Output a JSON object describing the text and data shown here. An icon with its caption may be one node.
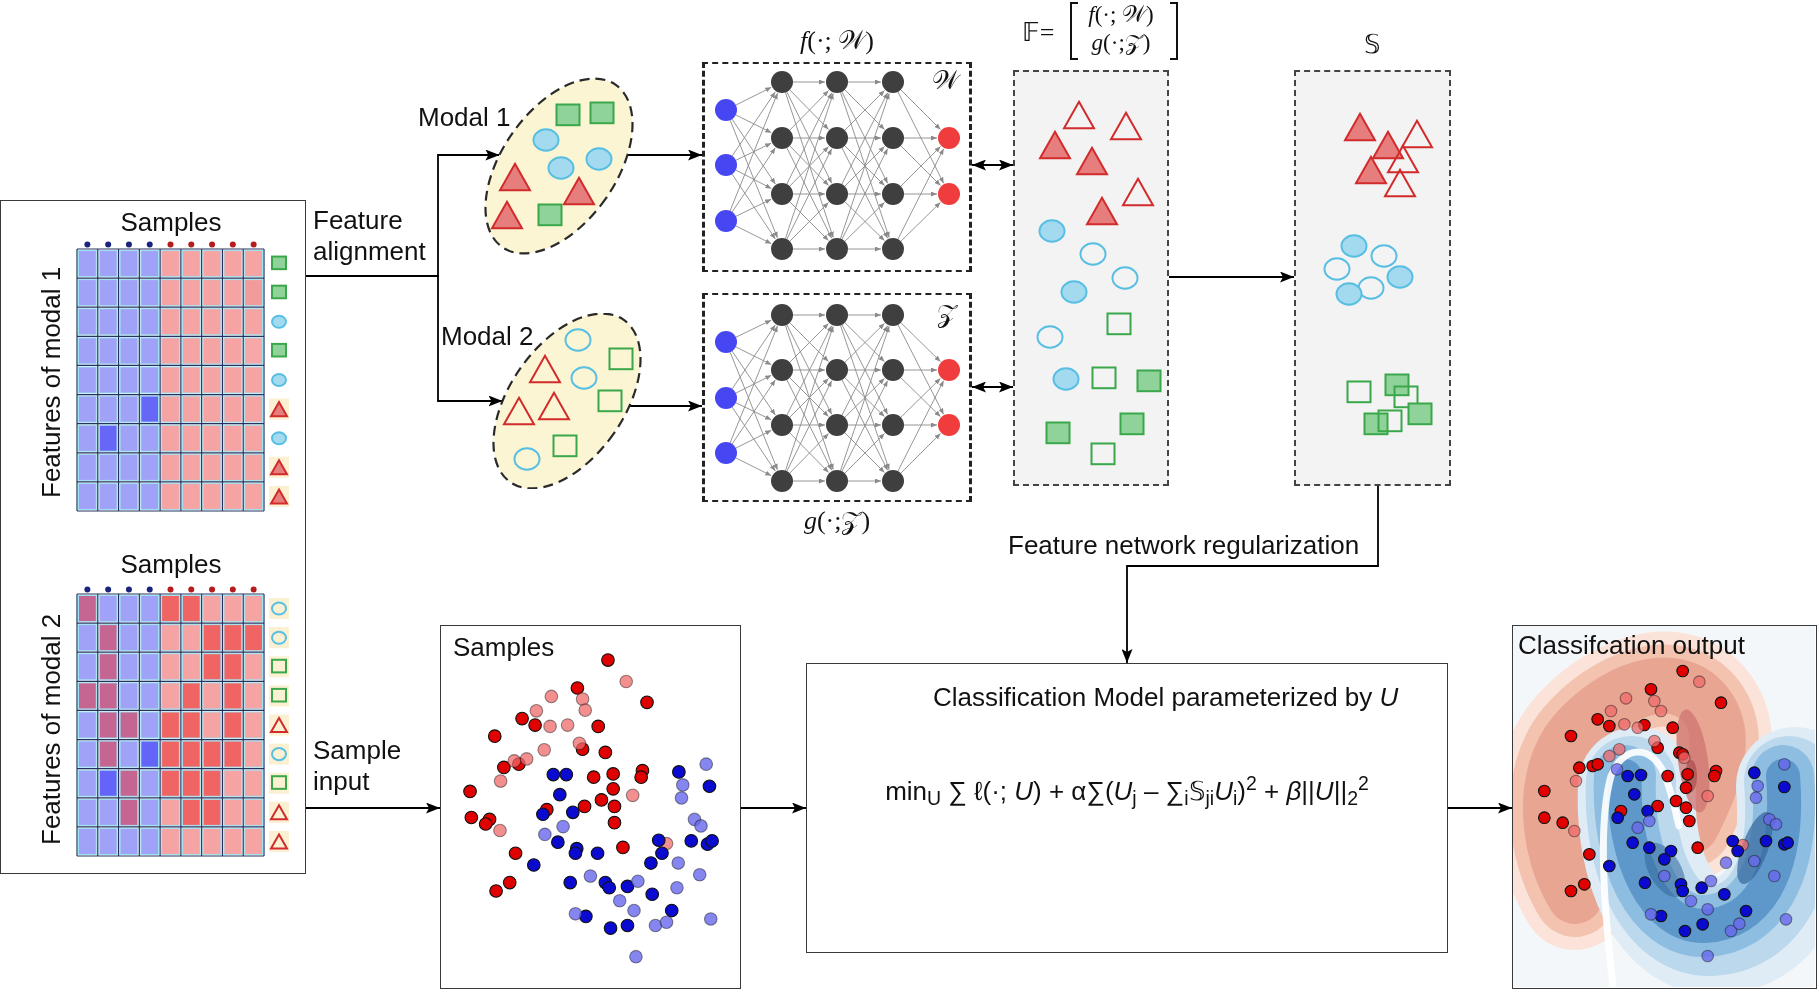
{
  "diagram": {
    "nodes": [
      {
        "text": [
          "Samples",
          "Features of modal 1",
          "Samples",
          "Features of modal 2"
        ]
      },
      {
        "text": [
          "Modal 1"
        ]
      },
      {
        "text": [
          "Modal 2"
        ]
      },
      {
        "text": [
          "*f*(·; 𝒲)",
          "𝒲"
        ]
      },
      {
        "text": [
          "𝒵",
          "*g*(·;𝒵)"
        ]
      },
      {
        "text": [
          "𝔽=",
          "*f*(·; 𝒲)",
          "*g*(·;𝒵)"
        ]
      },
      {
        "text": [
          "𝕊"
        ]
      },
      {
        "text": [
          "Samples"
        ]
      },
      {
        "text": [
          "Classification Model parameterized by *U*",
          "min$_{U}$ ∑ ℓ(·; *U*) + α∑(*U*$_{j}$ – ∑$_{i}$𝕊$_{ji}$*U*$_{i}$)$^{2}$ + *β*||*U*||$_{2}$$^{2}$"
        ]
      },
      {
        "text": [
          "Classifcation output"
        ]
      }
    ],
    "edges": [
      {
        "from": 0,
        "to": 1,
        "arrow": "to",
        "label": "Feature alignment"
      },
      {
        "from": 0,
        "to": 2,
        "arrow": "to"
      },
      {
        "from": 1,
        "to": 3,
        "arrow": "to"
      },
      {
        "from": 2,
        "to": 4,
        "arrow": "to"
      },
      {
        "from": 3,
        "to": 5,
        "arrow": "both"
      },
      {
        "from": 4,
        "to": 5,
        "arrow": "both"
      },
      {
        "from": 5,
        "to": 6,
        "arrow": "to"
      },
      {
        "from": 6,
        "to": 8,
        "arrow": "to",
        "label": "Feature network regularization"
      },
      {
        "from": 0,
        "to": 7,
        "arrow": "to",
        "label": "Sample input"
      },
      {
        "from": 7,
        "to": 8,
        "arrow": "to"
      },
      {
        "from": 8,
        "to": 9,
        "arrow": "to"
      }
    ]
  }
}
